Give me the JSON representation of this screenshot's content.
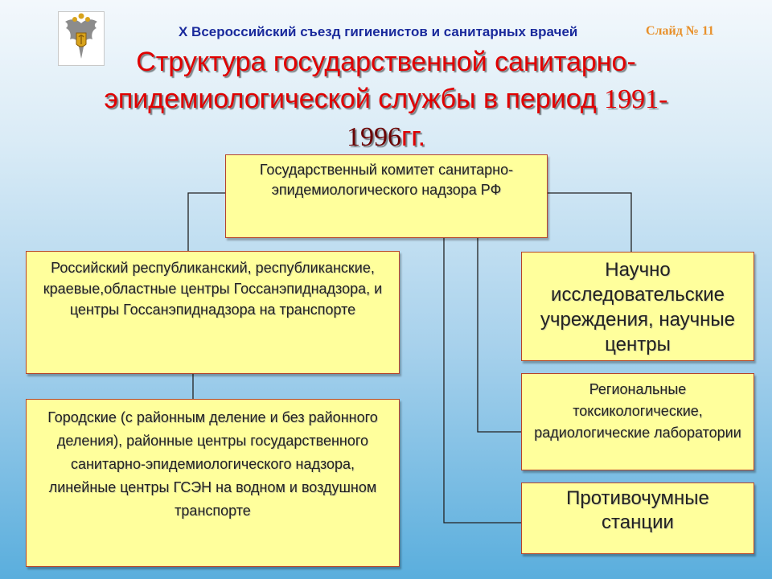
{
  "header": {
    "congress": "X Всероссийский съезд гигиенистов и санитарных врачей",
    "slide_label": "Слайд № 11"
  },
  "title": {
    "part1": "Структура государственной санитарно-эпидемиологической службы в период ",
    "year1": "1991-",
    "year2": "1996",
    "suffix": "гг."
  },
  "boxes": {
    "committee": "Государственный комитет санитарно-эпидемиологического надзора РФ",
    "regional_centers": "Российский республиканский, республиканские, краевые,областные центры Госсанэпиднадзора, и центры Госсанэпиднадзора на транспорте",
    "city_centers": "Городские (с районным деление и без районного деления), районные центры государственного санитарно-эпидемиологического надзора, линейные центры ГСЭН на водном и воздушном транспорте",
    "research": "Научно исследовательские учреждения, научные центры",
    "labs": "Региональные токсикологические, радиологические лаборатории",
    "antiplague": "Противочумные станции"
  },
  "colors": {
    "box_fill": "#ffff9c",
    "box_border": "#b5442b",
    "title": "#e00000",
    "congress_text": "#1a2a9c",
    "slide_label": "#e8902a"
  },
  "icons": {
    "emblem": "double-headed-eagle-emblem-icon"
  }
}
